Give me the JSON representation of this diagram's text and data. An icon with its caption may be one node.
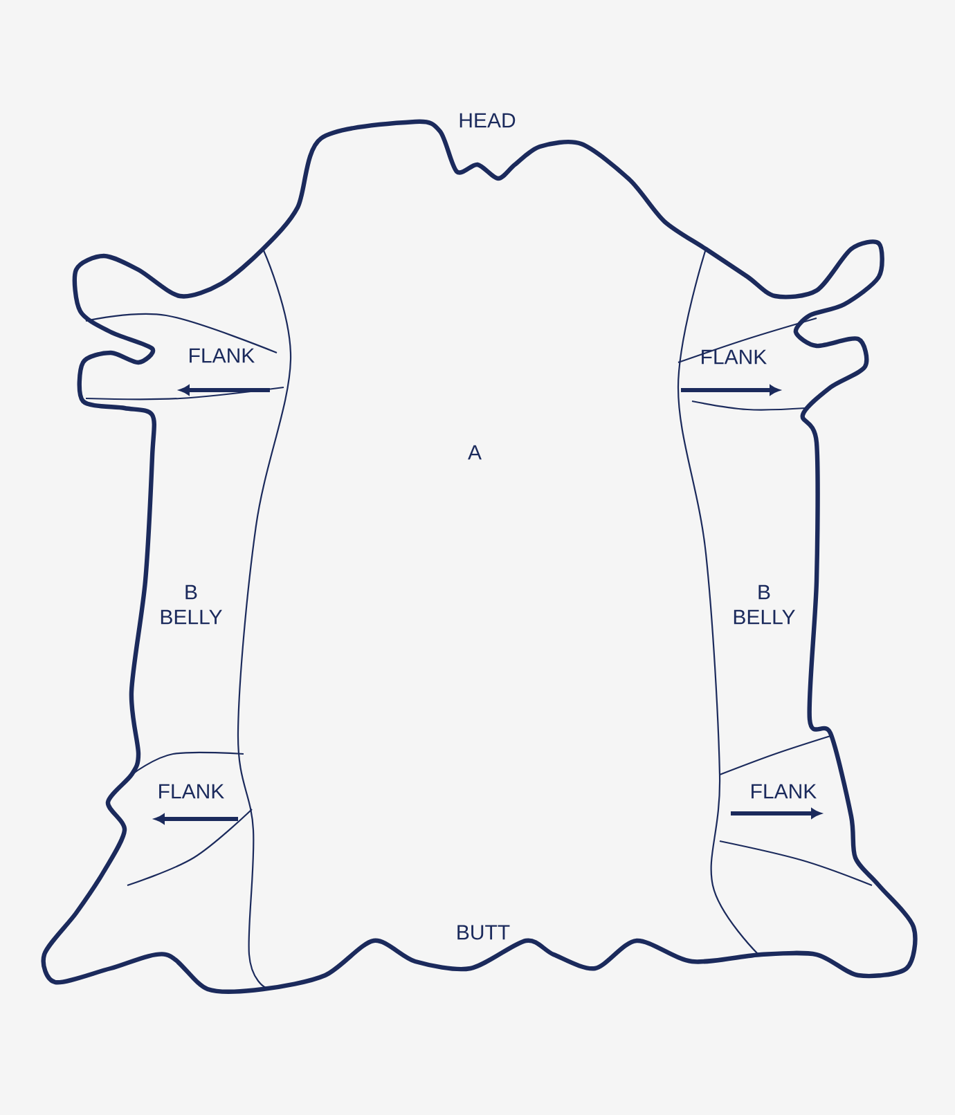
{
  "diagram": {
    "labels": [
      "HEAD",
      "FLANK",
      "FLANK",
      "A",
      "B BELLY",
      "B BELLY",
      "FLANK",
      "FLANK",
      "BUTT"
    ]
  }
}
